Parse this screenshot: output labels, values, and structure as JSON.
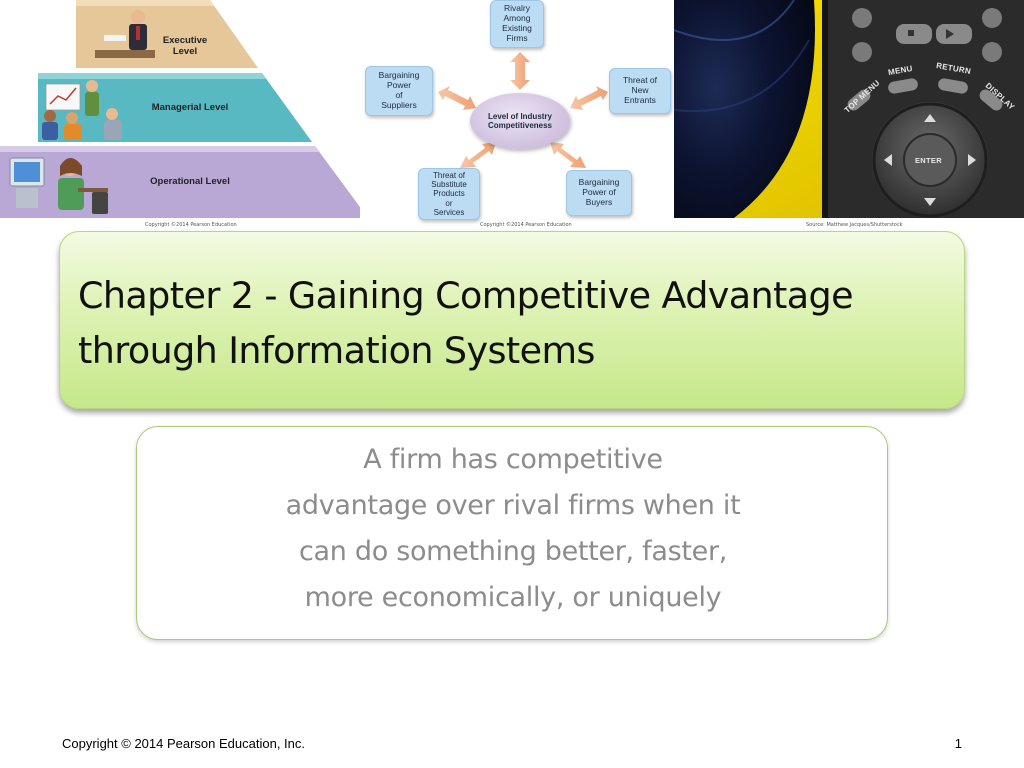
{
  "images": {
    "pyramid": {
      "levels": [
        "Executive\nLevel",
        "Managerial Level",
        "Operational Level"
      ],
      "credit": "Copyright ©2014 Pearson Education"
    },
    "five_forces": {
      "center": "Level of Industry\nCompetitiveness",
      "forces": {
        "rivalry": "Rivalry\nAmong\nExisting\nFirms",
        "suppliers": "Bargaining\nPower\nof\nSuppliers",
        "entrants": "Threat of\nNew\nEntrants",
        "substitutes": "Threat of\nSubstitute\nProducts\nor\nServices",
        "buyers": "Bargaining\nPower of\nBuyers"
      },
      "credit": "Copyright ©2014 Pearson Education"
    },
    "remote": {
      "labels": {
        "top_menu": "TOP MENU",
        "menu": "MENU",
        "return": "RETURN",
        "display": "DISPLAY",
        "enter": "ENTER"
      },
      "credit": "Source: Matthew Jacques/Shutterstock"
    }
  },
  "slide": {
    "title": "Chapter 2 - Gaining Competitive Advantage through Information Systems",
    "body_lines": [
      "A firm has competitive",
      "advantage over rival firms when it",
      "can do something better, faster,",
      "more economically, or uniquely"
    ]
  },
  "footer": {
    "copyright": "Copyright © 2014 Pearson Education, Inc.",
    "page_number": "1"
  },
  "colors": {
    "title_gradient_top": "#f3fbe3",
    "title_gradient_bottom": "#c6e88a",
    "body_border": "#a7cc74",
    "body_text": "#8c8c8c"
  }
}
